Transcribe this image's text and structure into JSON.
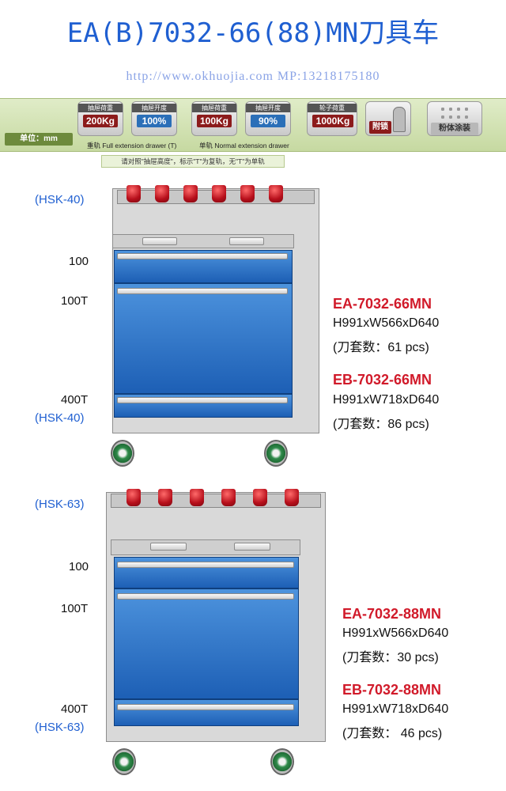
{
  "title": "EA(B)7032-66(88)MN刀具车",
  "url": "http://www.okhuojia.com MP:13218175180",
  "banner": {
    "unit": "单位：mm",
    "badges": [
      {
        "top": "抽屉荷重",
        "value": "200Kg",
        "color": "#8c1b1b"
      },
      {
        "top": "抽屉开度",
        "value": "100%",
        "color": "#2b6fb8"
      },
      {
        "top": "抽屉荷重",
        "value": "100Kg",
        "color": "#8c1b1b"
      },
      {
        "top": "抽屉开度",
        "value": "90%",
        "color": "#2b6fb8"
      },
      {
        "top": "轮子荷重",
        "value": "1000Kg",
        "color": "#8c1b1b"
      },
      {
        "top": "",
        "value": "附锁",
        "color": "#8c1b1b"
      },
      {
        "top": "",
        "value": "粉体涂装",
        "color": "#b8b8b8"
      }
    ],
    "caption_full": "重轨 Full extension drawer (T)",
    "caption_normal": "单轨 Normal extension drawer",
    "note": "请对照\"抽屉高度\"，标示\"T\"为复轨，无\"T\"为单轨"
  },
  "product1": {
    "hsk_top": "(HSK-40)",
    "drawers": [
      "100",
      "100T",
      "400T"
    ],
    "hsk_bottom": "(HSK-40)",
    "models": [
      {
        "name": "EA-7032-66MN",
        "dims": "H991xW566xD640",
        "pcs": "(刀套数：61 pcs)"
      },
      {
        "name": "EB-7032-66MN",
        "dims": "H991xW718xD640",
        "pcs": "(刀套数：86 pcs)"
      }
    ]
  },
  "product2": {
    "hsk_top": "(HSK-63)",
    "drawers": [
      "100",
      "100T",
      "400T"
    ],
    "hsk_bottom": "(HSK-63)",
    "models": [
      {
        "name": "EA-7032-88MN",
        "dims": "H991xW566xD640",
        "pcs": "(刀套数：30 pcs)"
      },
      {
        "name": "EB-7032-88MN",
        "dims": "H991xW718xD640",
        "pcs": "(刀套数： 46 pcs)"
      }
    ]
  }
}
